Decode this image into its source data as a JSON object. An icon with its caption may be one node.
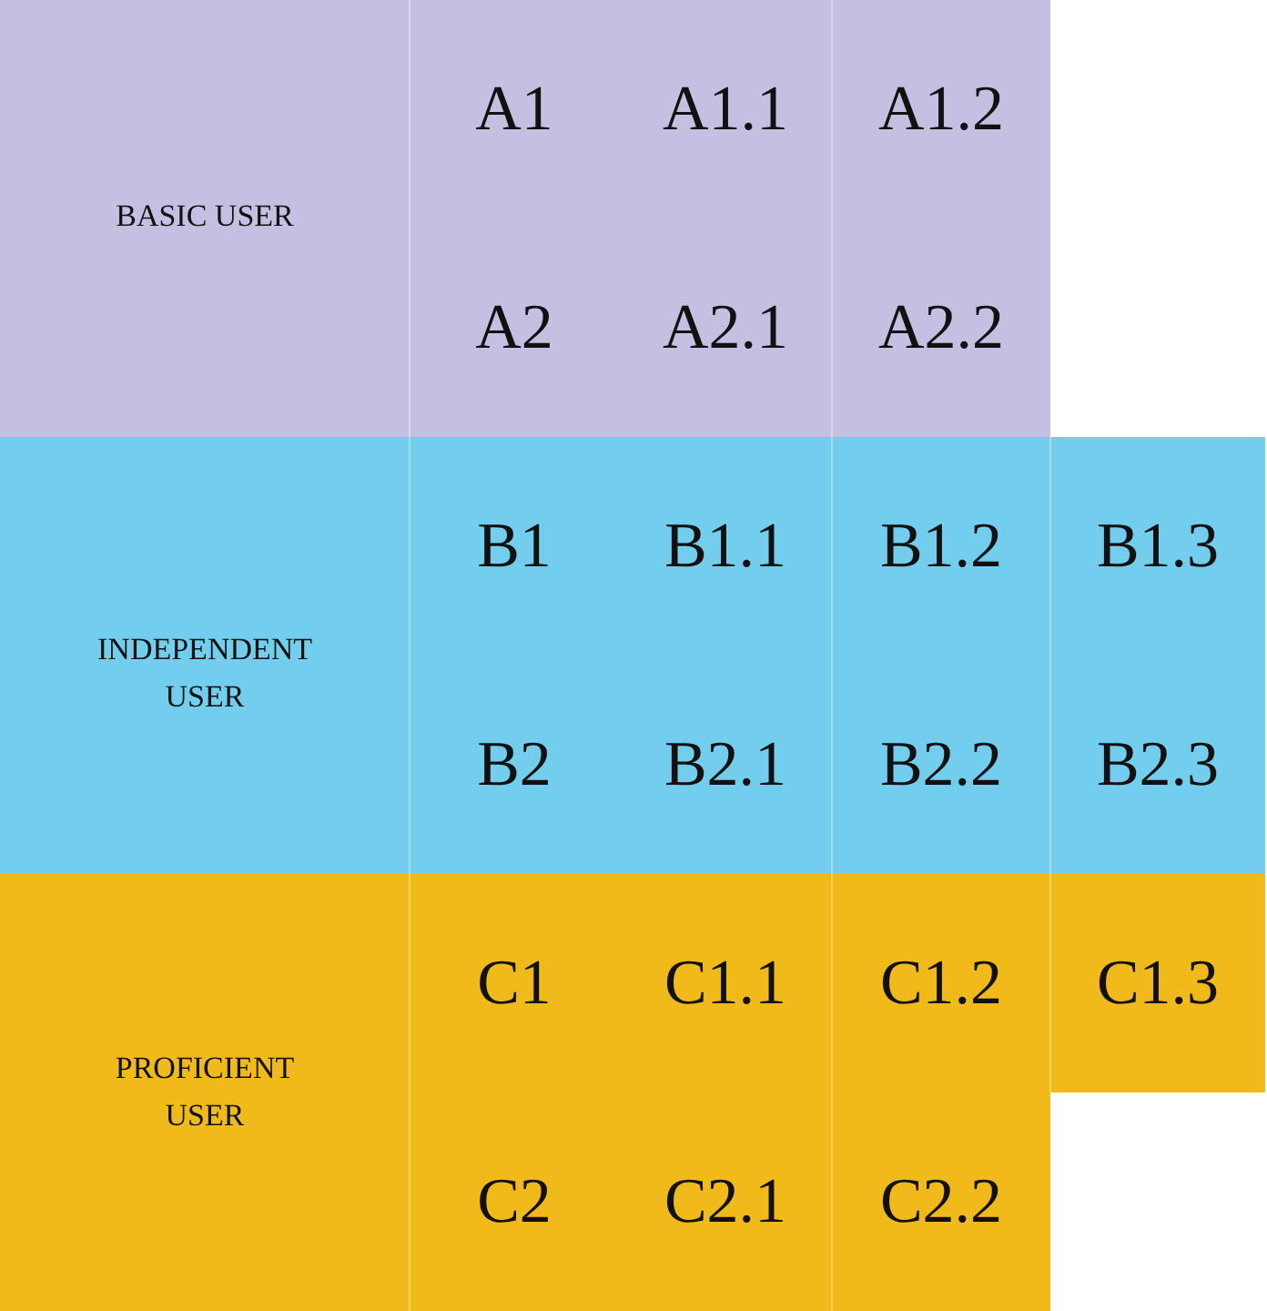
{
  "diagram": {
    "nodes": [
      {
        "text": [
          "BASIC USER"
        ]
      },
      {
        "text": [
          "A1"
        ],
        "in": 0
      },
      {
        "text": [
          "A1.1"
        ],
        "in": 0
      },
      {
        "text": [
          "A1.2"
        ],
        "in": 0
      },
      {
        "text": [
          "A2"
        ],
        "in": 0
      },
      {
        "text": [
          "A2.1"
        ],
        "in": 0
      },
      {
        "text": [
          "A2.2"
        ],
        "in": 0
      },
      {
        "text": [
          "INDEPENDENT USER"
        ]
      },
      {
        "text": [
          "B1"
        ],
        "in": 7
      },
      {
        "text": [
          "B1.1"
        ],
        "in": 7
      },
      {
        "text": [
          "B1.2"
        ],
        "in": 7
      },
      {
        "text": [
          "B1.3"
        ],
        "in": 7
      },
      {
        "text": [
          "B2"
        ],
        "in": 7
      },
      {
        "text": [
          "B2.1"
        ],
        "in": 7
      },
      {
        "text": [
          "B2.2"
        ],
        "in": 7
      },
      {
        "text": [
          "B2.3"
        ],
        "in": 7
      },
      {
        "text": [
          "PROFICIENT USER"
        ]
      },
      {
        "text": [
          "C1"
        ],
        "in": 16
      },
      {
        "text": [
          "C1.1"
        ],
        "in": 16
      },
      {
        "text": [
          "C1.2"
        ],
        "in": 16
      },
      {
        "text": [
          "C1.3"
        ],
        "in": 16
      },
      {
        "text": [
          "C2"
        ],
        "in": 16
      },
      {
        "text": [
          "C2.1"
        ],
        "in": 16
      },
      {
        "text": [
          "C2.2"
        ],
        "in": 16
      }
    ]
  }
}
